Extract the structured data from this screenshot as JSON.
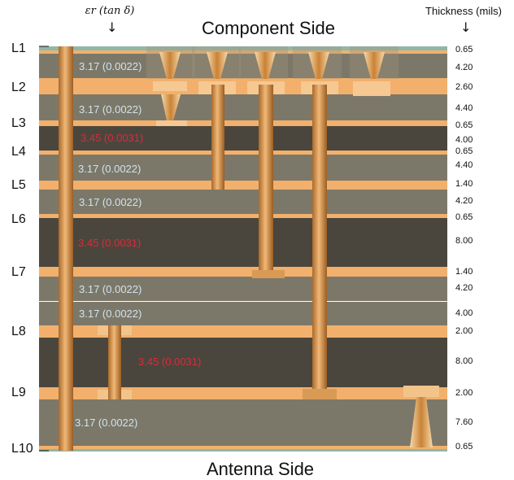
{
  "titles": {
    "component_side": "Component Side",
    "antenna_side": "Antenna Side",
    "eps_header": "εr (tan δ)",
    "thickness_header": "Thickness (mils)",
    "arrow": "↓"
  },
  "colors": {
    "prepreg": "#7c7869",
    "core": "#4a463d",
    "copper": "#f2b06c",
    "via": "#cf8a3c",
    "low_loss_text": "#cfe3f0",
    "high_loss_text": "#d92b3a"
  },
  "layer_labels": [
    "L1",
    "L2",
    "L3",
    "L4",
    "L5",
    "L6",
    "L7",
    "L8",
    "L9",
    "L10"
  ],
  "thickness_labels": [
    "0.65",
    "4.20",
    "2.60",
    "4.40",
    "0.65",
    "4.00",
    "0.65",
    "4.40",
    "1.40",
    "4.20",
    "0.65",
    "8.00",
    "1.40",
    "4.20",
    "4.00",
    "2.00",
    "8.00",
    "2.00",
    "7.60",
    "0.65"
  ],
  "dielectric_labels": [
    "3.17 (0.0022)",
    "3.17 (0.0022)",
    "3.45 (0.0031)",
    "3.17 (0.0022)",
    "3.17 (0.0022)",
    "3.45 (0.0031)",
    "3.17 (0.0022)",
    "3.17 (0.0022)",
    "3.45 (0.0031)",
    "3.17 (0.0022)"
  ]
}
